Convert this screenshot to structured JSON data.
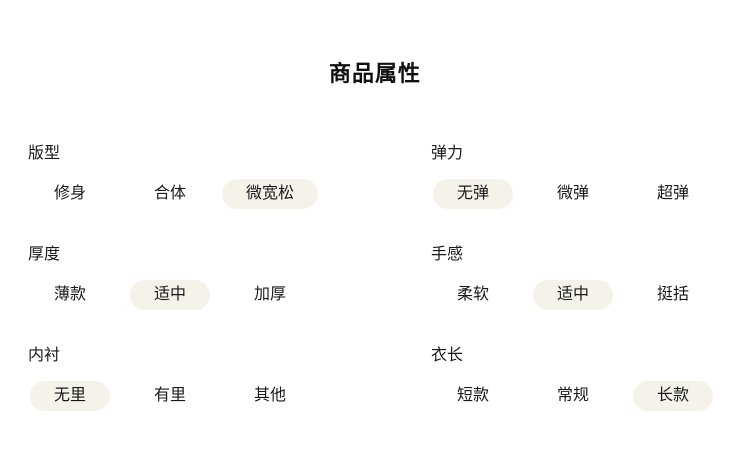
{
  "page": {
    "title": "商品属性",
    "background_color": "#ffffff",
    "text_color": "#1a1a1a",
    "highlight_color": "#f5f2ea"
  },
  "groups": [
    {
      "label": "版型",
      "options": [
        {
          "label": "修身",
          "selected": false
        },
        {
          "label": "合体",
          "selected": false
        },
        {
          "label": "微宽松",
          "selected": true
        }
      ]
    },
    {
      "label": "弹力",
      "options": [
        {
          "label": "无弹",
          "selected": true
        },
        {
          "label": "微弹",
          "selected": false
        },
        {
          "label": "超弹",
          "selected": false
        }
      ]
    },
    {
      "label": "厚度",
      "options": [
        {
          "label": "薄款",
          "selected": false
        },
        {
          "label": "适中",
          "selected": true
        },
        {
          "label": "加厚",
          "selected": false
        }
      ]
    },
    {
      "label": "手感",
      "options": [
        {
          "label": "柔软",
          "selected": false
        },
        {
          "label": "适中",
          "selected": true
        },
        {
          "label": "挺括",
          "selected": false
        }
      ]
    },
    {
      "label": "内衬",
      "options": [
        {
          "label": "无里",
          "selected": true
        },
        {
          "label": "有里",
          "selected": false
        },
        {
          "label": "其他",
          "selected": false
        }
      ]
    },
    {
      "label": "衣长",
      "options": [
        {
          "label": "短款",
          "selected": false
        },
        {
          "label": "常规",
          "selected": false
        },
        {
          "label": "长款",
          "selected": true
        }
      ]
    }
  ]
}
